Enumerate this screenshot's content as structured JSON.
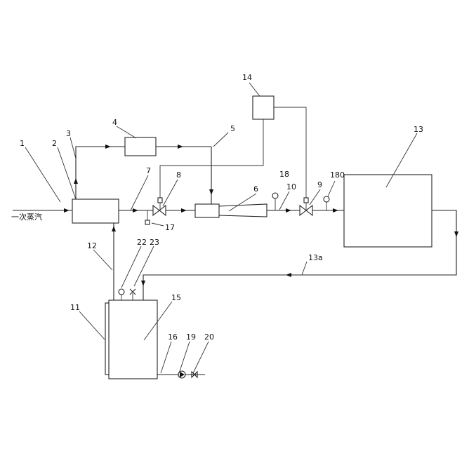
{
  "labels": {
    "n1": "1",
    "n2": "2",
    "n3": "3",
    "n4": "4",
    "n5": "5",
    "n6": "6",
    "n7": "7",
    "n8": "8",
    "n9": "9",
    "n10": "10",
    "n11": "11",
    "n12": "12",
    "n13": "13",
    "n13a": "13a",
    "n14": "14",
    "n15": "15",
    "n16": "16",
    "n17": "17",
    "n18": "18",
    "n180": "180",
    "n19": "19",
    "n20": "20",
    "n22": "22",
    "n23": "23"
  },
  "inlet_text": "一次蒸汽"
}
